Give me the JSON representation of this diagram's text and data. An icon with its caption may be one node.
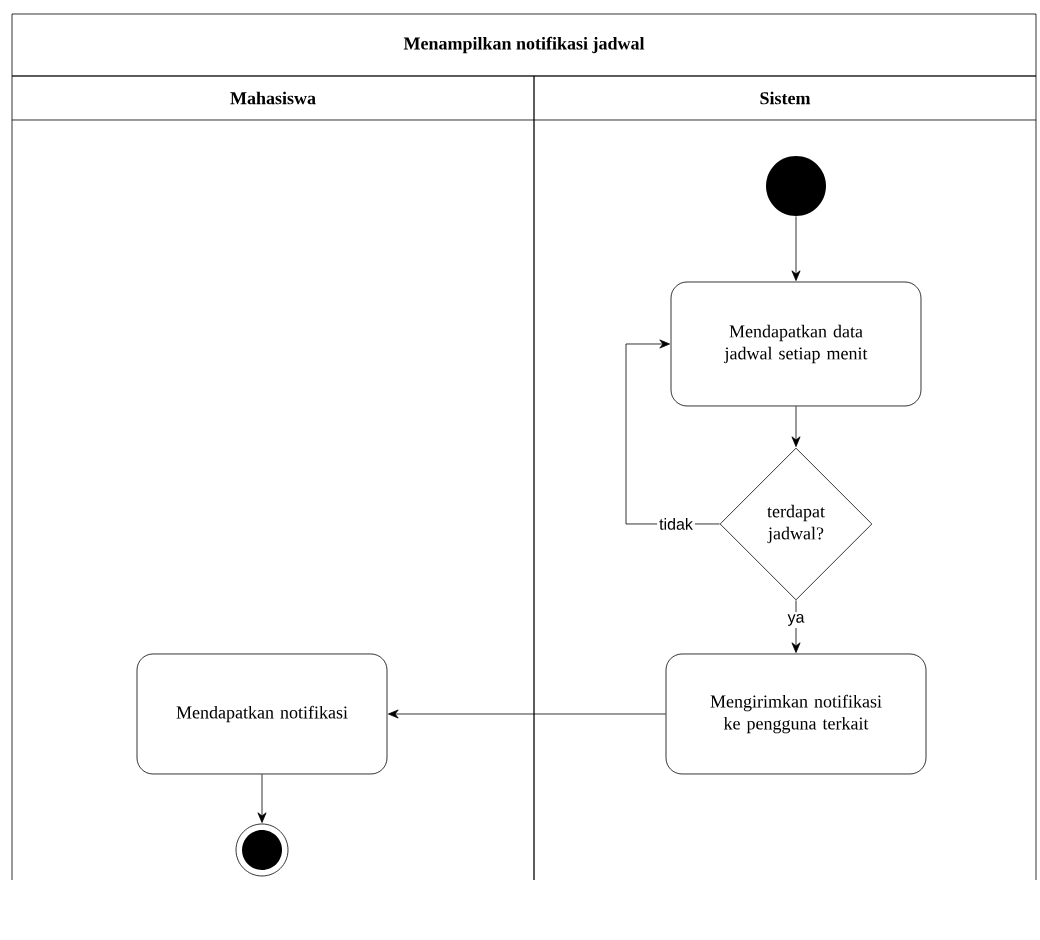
{
  "diagram": {
    "title": "Menampilkan notifikasi jadwal",
    "nodes": [
      {
        "text": [
          "Mahasiswa"
        ]
      },
      {
        "text": [
          "Sistem"
        ]
      },
      {
        "text": [],
        "shape": "circle",
        "in": 1
      },
      {
        "text": [
          "Mendapatkan data jadwal setiap menit"
        ],
        "in": 1
      },
      {
        "text": [
          "terdapat jadwal?"
        ],
        "in": 1
      },
      {
        "text": [
          "Mengirimkan notifikasi ke pengguna terkait"
        ],
        "in": 1
      },
      {
        "text": [
          "Mendapatkan notifikasi"
        ],
        "in": 0
      },
      {
        "text": [],
        "shape": "circle",
        "in": 0
      }
    ],
    "edges": [
      {
        "from": 2,
        "to": 3,
        "arrow": "to"
      },
      {
        "from": 3,
        "to": 4,
        "arrow": "to"
      },
      {
        "from": 4,
        "to": 3,
        "arrow": "to",
        "label": "tidak"
      },
      {
        "from": 4,
        "to": 5,
        "arrow": "to",
        "label": "ya"
      },
      {
        "from": 5,
        "to": 6,
        "arrow": "to"
      },
      {
        "from": 6,
        "to": 7,
        "arrow": "to"
      }
    ]
  }
}
